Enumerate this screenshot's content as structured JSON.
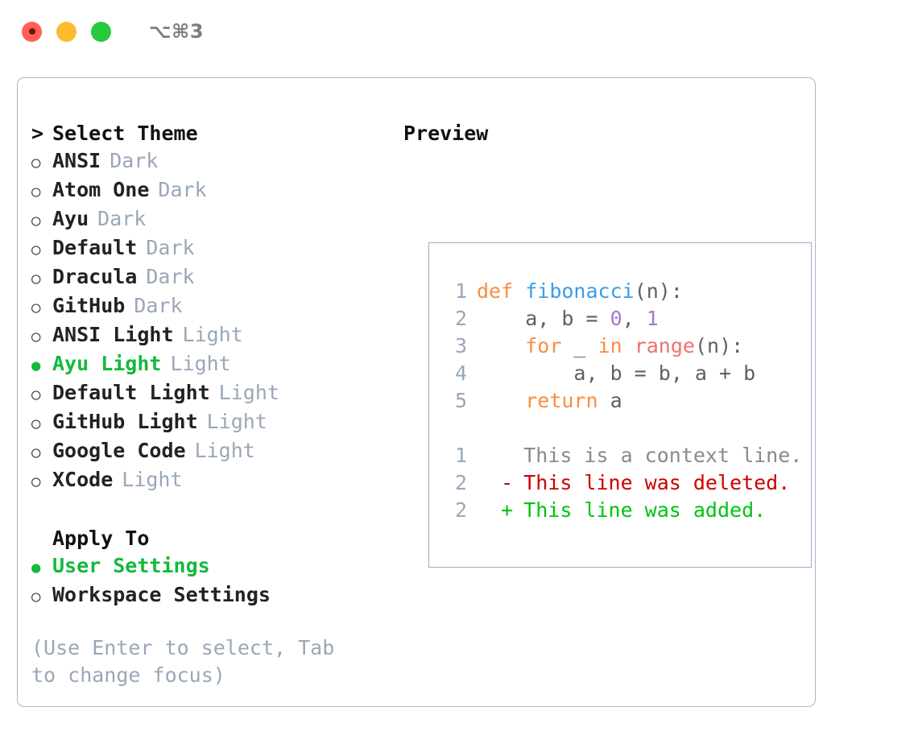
{
  "titlebar": {
    "shortcut": "⌥⌘3",
    "lights": [
      "close",
      "minimize",
      "zoom"
    ]
  },
  "theme_panel": {
    "heading": "Select Theme",
    "heading_marker": ">",
    "bullet_unselected": "○",
    "bullet_selected": "●",
    "items": [
      {
        "label": "ANSI",
        "badge": "Dark",
        "selected": false
      },
      {
        "label": "Atom One",
        "badge": "Dark",
        "selected": false
      },
      {
        "label": "Ayu",
        "badge": "Dark",
        "selected": false
      },
      {
        "label": "Default",
        "badge": "Dark",
        "selected": false
      },
      {
        "label": "Dracula",
        "badge": "Dark",
        "selected": false
      },
      {
        "label": "GitHub",
        "badge": "Dark",
        "selected": false
      },
      {
        "label": "ANSI Light",
        "badge": "Light",
        "selected": false
      },
      {
        "label": "Ayu Light",
        "badge": "Light",
        "selected": true
      },
      {
        "label": "Default Light",
        "badge": "Light",
        "selected": false
      },
      {
        "label": "GitHub Light",
        "badge": "Light",
        "selected": false
      },
      {
        "label": "Google Code",
        "badge": "Light",
        "selected": false
      },
      {
        "label": "XCode",
        "badge": "Light",
        "selected": false
      }
    ]
  },
  "apply_panel": {
    "heading": "Apply To",
    "items": [
      {
        "label": "User Settings",
        "selected": true
      },
      {
        "label": "Workspace Settings",
        "selected": false
      }
    ]
  },
  "hint": "(Use Enter to select, Tab to change focus)",
  "preview": {
    "heading": "Preview",
    "code_lines": [
      {
        "number": "1",
        "tokens": [
          {
            "text": "def ",
            "kind": "kw"
          },
          {
            "text": "fibonacci",
            "kind": "fn"
          },
          {
            "text": "(n):",
            "kind": "txt"
          }
        ]
      },
      {
        "number": "2",
        "tokens": [
          {
            "text": "    a, b = ",
            "kind": "txt"
          },
          {
            "text": "0",
            "kind": "num"
          },
          {
            "text": ", ",
            "kind": "txt"
          },
          {
            "text": "1",
            "kind": "num"
          }
        ]
      },
      {
        "number": "3",
        "tokens": [
          {
            "text": "    ",
            "kind": "txt"
          },
          {
            "text": "for",
            "kind": "kw"
          },
          {
            "text": " _ ",
            "kind": "txt"
          },
          {
            "text": "in",
            "kind": "kw"
          },
          {
            "text": " ",
            "kind": "txt"
          },
          {
            "text": "range",
            "kind": "call"
          },
          {
            "text": "(n):",
            "kind": "txt"
          }
        ]
      },
      {
        "number": "4",
        "tokens": [
          {
            "text": "        a, b = b, a + b",
            "kind": "txt"
          }
        ]
      },
      {
        "number": "5",
        "tokens": [
          {
            "text": "    ",
            "kind": "txt"
          },
          {
            "text": "return",
            "kind": "kw"
          },
          {
            "text": " a",
            "kind": "txt"
          }
        ]
      }
    ],
    "diff_lines": [
      {
        "number": "1",
        "marker": " ",
        "text": " This is a context line.",
        "kind": "ctx"
      },
      {
        "number": "2",
        "marker": "-",
        "text": " This line was deleted.",
        "kind": "del"
      },
      {
        "number": "2",
        "marker": "+",
        "text": " This line was added.",
        "kind": "add"
      }
    ]
  },
  "colors": {
    "selected_green": "#13ba3c",
    "badge_grey": "#9aa7b8",
    "keyword_orange": "#fa8d3e",
    "function_blue": "#399ee6",
    "number_purple": "#a37acc",
    "call_salmon": "#f07171",
    "diff_delete_red": "#cc0000",
    "diff_add_green": "#00c410",
    "border_grey": "#9eadc0"
  }
}
